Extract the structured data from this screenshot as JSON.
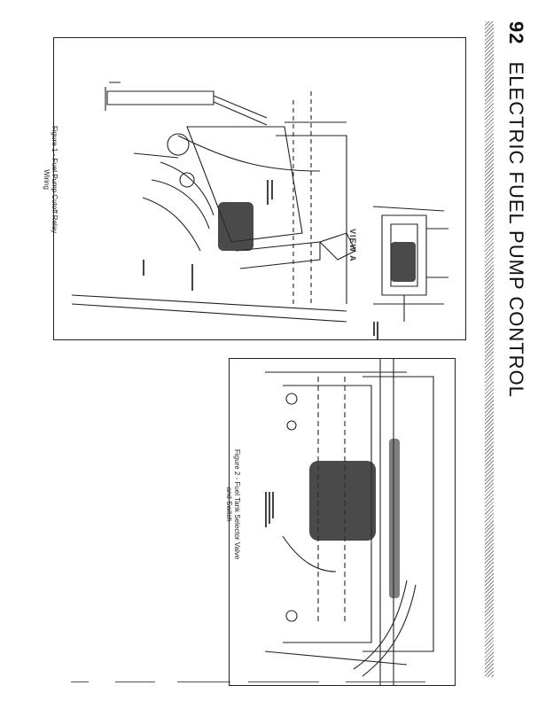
{
  "header": {
    "page_number": "92",
    "title": "ELECTRIC FUEL PUMP CONTROL"
  },
  "figure1": {
    "caption_line1": "Figure 1 - Fuel Pump Cutoff Relay",
    "caption_line2": "Wiring",
    "view_label": "VIEW A"
  },
  "figure2": {
    "caption_line1": "Figure 2 - Fuel Tank Selector Valve",
    "caption_line2": "and Switch"
  }
}
